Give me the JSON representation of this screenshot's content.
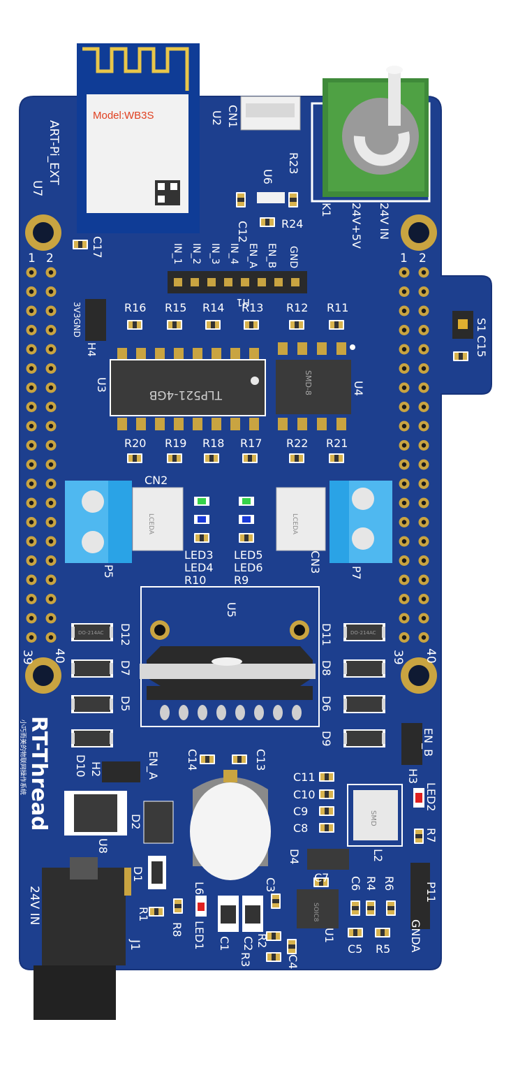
{
  "module": {
    "model_label": "Model:WB3S"
  },
  "silkscreen": {
    "ext_header": "ART-Pi_EXT",
    "u7": "U7",
    "c17": "C17",
    "u2": "U2",
    "cn1": "CN1",
    "u6": "U6",
    "r23": "R23",
    "c12": "C12",
    "r24": "R24",
    "k1": "K1",
    "supply_a": "24V+5V",
    "supply_b": "24V IN",
    "inputs": [
      "IN_1",
      "IN_2",
      "IN_3",
      "IN_4",
      "EN_A",
      "EN_B",
      "GND"
    ],
    "h1": "H1",
    "h4": "H4",
    "h4_pins": "3V3GND",
    "res_top": [
      "R16",
      "R15",
      "R14",
      "R13",
      "R12",
      "R11"
    ],
    "u3": "U3",
    "u3_part": "TLP521-4GB",
    "u4": "U4",
    "u4_part": "SMD-8",
    "res_bot": [
      "R20",
      "R19",
      "R18",
      "R17",
      "R22",
      "R21"
    ],
    "s1": "S1",
    "c15": "C15",
    "cn2": "CN2",
    "cn3": "CN3",
    "p5": "P5",
    "p7": "P7",
    "conn_tag": "LCEDA",
    "led_left": [
      "LED3",
      "LED4",
      "R10"
    ],
    "led_right": [
      "LED5",
      "LED6",
      "R9"
    ],
    "u5": "U5",
    "diodes_left": [
      "D12",
      "D7",
      "D5",
      "D10"
    ],
    "diodes_right": [
      "D11",
      "D8",
      "D6",
      "D9"
    ],
    "diode_pkg": "DO-214AC",
    "pin1": "1",
    "pin2": "2",
    "pin39": "39",
    "pin40": "40",
    "brand": "RT-Thread",
    "brand_sub": "小巧而美的物联网操作系统",
    "h2": "H2",
    "en_a": "EN_A",
    "h3": "H3",
    "en_b": "EN_B",
    "c14": "C14",
    "c13": "C13",
    "caps": [
      "C11",
      "C10",
      "C9",
      "C8"
    ],
    "led2": "LED2",
    "r7": "R7",
    "d2": "D2",
    "u8": "U8",
    "d4": "D4",
    "l2": "L2",
    "l2_part": "SMD",
    "d1": "D1",
    "c7": "C7",
    "c6": "C6",
    "r4": "R4",
    "r6": "R6",
    "p11": "P11",
    "r1": "R1",
    "r8": "R8",
    "led1": "LED1",
    "c1": "C1",
    "c3": "C3",
    "c2": "C2",
    "r2": "R2",
    "r3": "R3",
    "c4": "C4",
    "u1": "U1",
    "u1_part": "SOIC8",
    "c5": "C5",
    "r5": "R5",
    "gnda": "GNDA",
    "jack_label": "24V IN",
    "j1": "J1",
    "l6": "L6"
  },
  "colors": {
    "pcb": "#1d3f8e",
    "pcb_dark": "#17337a",
    "silk": "#ffffff",
    "copper": "#c9a441",
    "terminal": "#2aa3e6",
    "relay": "#3f8a3a"
  }
}
